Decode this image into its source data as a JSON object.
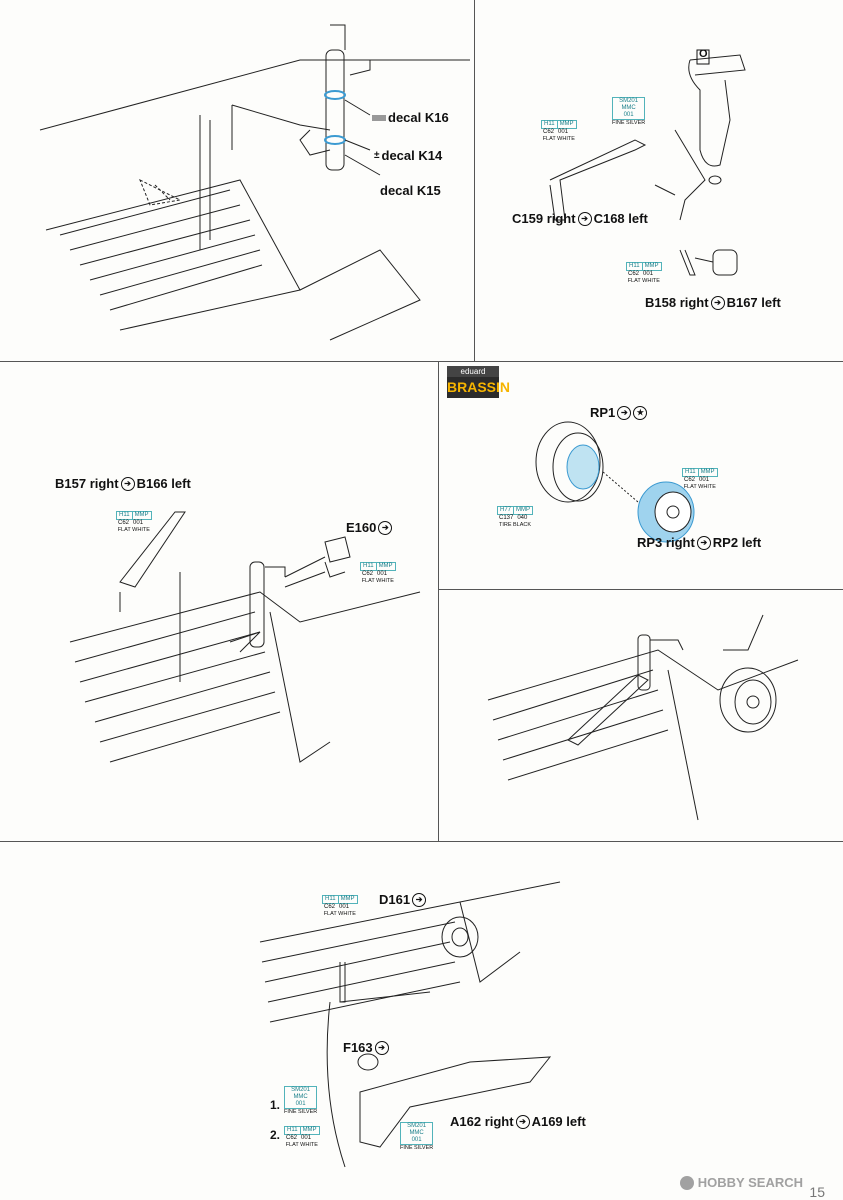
{
  "decals": {
    "k16": "decal K16",
    "k14": "decal K14",
    "k15": "decal K15"
  },
  "top_right": {
    "c159": "C159 right",
    "c168": "C168 left",
    "b158": "B158 right",
    "b167": "B167 left",
    "box_label": "O"
  },
  "mid_left": {
    "b157": "B157 right",
    "b166": "B166 left",
    "e160": "E160"
  },
  "mid_right": {
    "rp1": "RP1",
    "rp3": "RP3 right",
    "rp2": "RP2 left",
    "brassin_top": "eduard",
    "brassin_bottom": "BRASSIN"
  },
  "bottom": {
    "d161": "D161",
    "f163": "F163",
    "a162": "A162 right",
    "a169": "A169 left",
    "step1": "1.",
    "step2": "2."
  },
  "paints": {
    "flat_white": {
      "h": "H11",
      "mmp": "MMP",
      "c": "C62",
      "n": "001",
      "name": "FLAT WHITE"
    },
    "fine_silver": {
      "sm": "SM201",
      "mmc": "MMC",
      "n": "001",
      "name": "FINE SILVER"
    },
    "tire_black": {
      "h": "H77",
      "mmp": "MMP",
      "c": "C137",
      "n": "040",
      "name": "TIRE BLACK"
    }
  },
  "footer": {
    "brand": "HOBBY SEARCH",
    "page": "15"
  }
}
